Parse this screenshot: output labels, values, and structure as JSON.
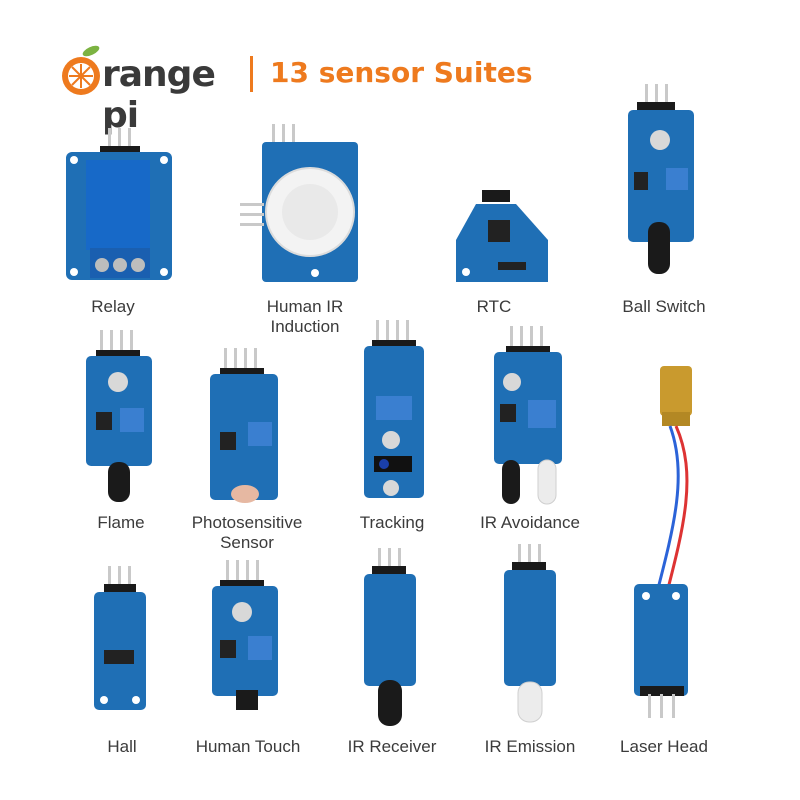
{
  "header": {
    "brand": "range pi",
    "title": "13 sensor Suites"
  },
  "colors": {
    "accent": "#ee7a1e",
    "board": "#1f6fb5",
    "board_dark": "#0f4d8a",
    "pin": "#c9c9c9",
    "header_black": "#1a1a1a",
    "pot": "#3a7fd0"
  },
  "sensors": [
    {
      "label": "Relay"
    },
    {
      "label": "Human IR Induction",
      "line1": "Human IR",
      "line2": "Induction"
    },
    {
      "label": "RTC"
    },
    {
      "label": "Ball Switch"
    },
    {
      "label": "Flame"
    },
    {
      "label": "Photosensitive Sensor",
      "line1": "Photosensitive",
      "line2": "Sensor"
    },
    {
      "label": "Tracking"
    },
    {
      "label": "IR Avoidance"
    },
    {
      "label": "Hall"
    },
    {
      "label": "Human Touch"
    },
    {
      "label": "IR Receiver"
    },
    {
      "label": "IR Emission"
    },
    {
      "label": "Laser Head"
    }
  ]
}
